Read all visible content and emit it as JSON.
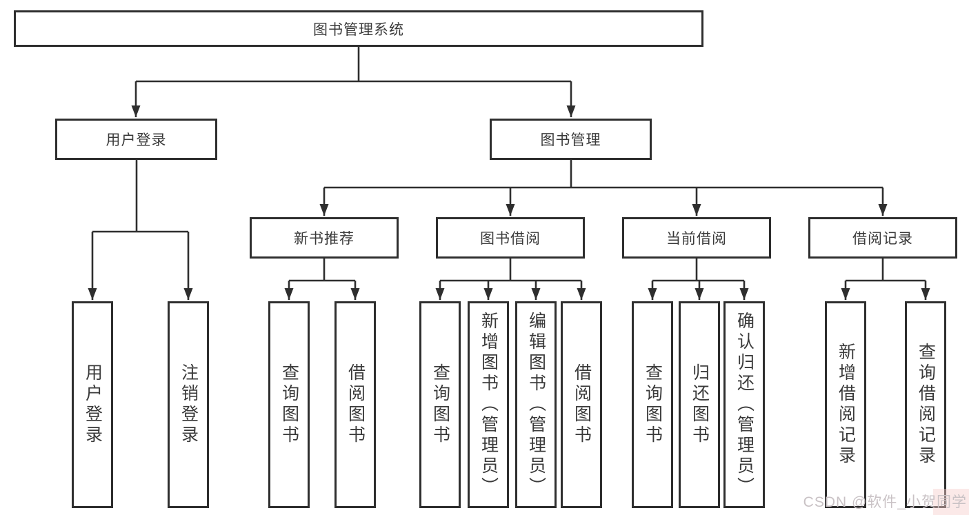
{
  "tree": {
    "root": "图书管理系统",
    "branches": {
      "user_login": "用户登录",
      "book_mgmt": "图书管理"
    },
    "modules": {
      "new_book_rec": "新书推荐",
      "book_borrow": "图书借阅",
      "current_borrow": "当前借阅",
      "borrow_records": "借阅记录"
    },
    "leaves": {
      "user_login": "用户登录",
      "logout": "注销登录",
      "rec_query_books": "查询图书",
      "rec_borrow_books": "借阅图书",
      "bb_query_books": "查询图书",
      "bb_add_books": "新增图书（管理员）",
      "bb_edit_books": "编辑图书（管理员）",
      "bb_borrow_books": "借阅图书",
      "cb_query_books": "查询图书",
      "cb_return_books": "归还图书",
      "cb_confirm_return": "确认归还（管理员）",
      "br_add_record": "新增借阅记录",
      "br_query_record": "查询借阅记录"
    }
  },
  "watermark": "CSDN @软件_小贺同学",
  "colors": {
    "line": "#2e2e2e",
    "text": "#3a3a3a",
    "watermark": "#c9c2c5",
    "background": "#ffffff"
  }
}
